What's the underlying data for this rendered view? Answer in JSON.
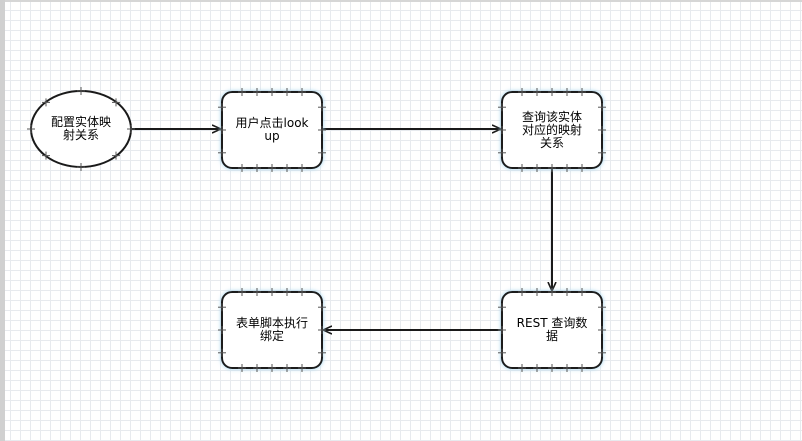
{
  "nodes": [
    {
      "id": "start",
      "label": "配置实体映射关系",
      "shape": "ellipse"
    },
    {
      "id": "click",
      "label": "用户点击lookup",
      "shape": "rounded-rect"
    },
    {
      "id": "query-mapping",
      "label": "查询该实体对应的映射关系",
      "shape": "rounded-rect"
    },
    {
      "id": "rest-query",
      "label": "REST 查询数据",
      "shape": "rounded-rect"
    },
    {
      "id": "form-script",
      "label": "表单脚本执行绑定",
      "shape": "rounded-rect"
    }
  ],
  "edges": [
    {
      "from": "start",
      "to": "click"
    },
    {
      "from": "click",
      "to": "query-mapping"
    },
    {
      "from": "query-mapping",
      "to": "rest-query"
    },
    {
      "from": "rest-query",
      "to": "form-script"
    }
  ],
  "colors": {
    "stroke": "#1a1a1a",
    "glow": "#9fd3ee",
    "fill": "#ffffff",
    "grid": "#e7eaee"
  }
}
